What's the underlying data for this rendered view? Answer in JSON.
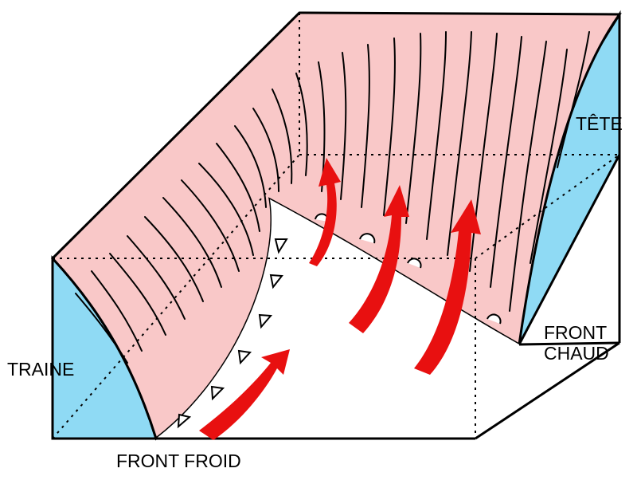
{
  "labels": {
    "traine": "TRAINE",
    "tete": "TÊTE",
    "front_chaud_line1": "FRONT",
    "front_chaud_line2": "CHAUD",
    "front_froid": "FRONT FROID"
  },
  "colors": {
    "air_mass_side": "#8fdaf4",
    "warm_surface": "#f9c8c8",
    "arrows": "#e81010",
    "lines": "#000000"
  },
  "icons": {
    "cold_front_symbol": "triangle",
    "warm_front_symbol": "semicircle",
    "air_flow": "curved-arrow"
  }
}
